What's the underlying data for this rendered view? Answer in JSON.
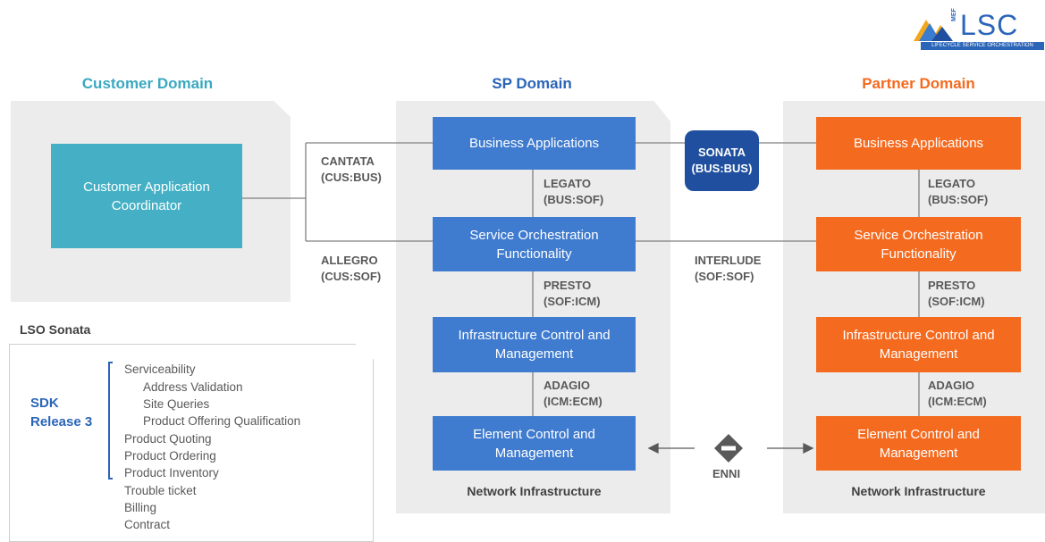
{
  "logo": {
    "main": "LSC",
    "vertical": "MEF",
    "tagline": "LIFECYCLE SERVICE ORCHESTRATION"
  },
  "domains": {
    "customer": {
      "title": "Customer Domain",
      "color": "#3aa8c1"
    },
    "sp": {
      "title": "SP Domain",
      "color": "#2a65b8"
    },
    "partner": {
      "title": "Partner Domain",
      "color": "#f46a1f"
    }
  },
  "customer_box": "Customer Application Coordinator",
  "sp_boxes": {
    "business": "Business Applications",
    "service": "Service Orchestration Functionality",
    "infra": "Infrastructure Control and Management",
    "element": "Element Control and Management"
  },
  "partner_boxes": {
    "business": "Business Applications",
    "service": "Service Orchestration Functionality",
    "infra": "Infrastructure Control and Management",
    "element": "Element Control and Management"
  },
  "interfaces": {
    "cantata": {
      "name": "CANTATA",
      "code": "(CUS:BUS)"
    },
    "allegro": {
      "name": "ALLEGRO",
      "code": "(CUS:SOF)"
    },
    "sonata": {
      "name": "SONATA",
      "code": "(BUS:BUS)"
    },
    "interlude": {
      "name": "INTERLUDE",
      "code": "(SOF:SOF)"
    },
    "legato_sp": {
      "name": "LEGATO",
      "code": "(BUS:SOF)"
    },
    "presto_sp": {
      "name": "PRESTO",
      "code": "(SOF:ICM)"
    },
    "adagio_sp": {
      "name": "ADAGIO",
      "code": "(ICM:ECM)"
    },
    "legato_p": {
      "name": "LEGATO",
      "code": "(BUS:SOF)"
    },
    "presto_p": {
      "name": "PRESTO",
      "code": "(SOF:ICM)"
    },
    "adagio_p": {
      "name": "ADAGIO",
      "code": "(ICM:ECM)"
    },
    "enni": "ENNI"
  },
  "network_infrastructure": {
    "sp": "Network Infrastructure",
    "partner": "Network Infrastructure"
  },
  "lso_sonata": {
    "title": "LSO Sonata",
    "sdk_line1": "SDK",
    "sdk_line2": "Release 3",
    "items": [
      "Serviceability",
      "Address Validation",
      "Site Queries",
      "Product Offering Qualification",
      "Product Quoting",
      "Product Ordering",
      "Product Inventory",
      "Trouble ticket",
      "Billing",
      "Contract"
    ]
  }
}
